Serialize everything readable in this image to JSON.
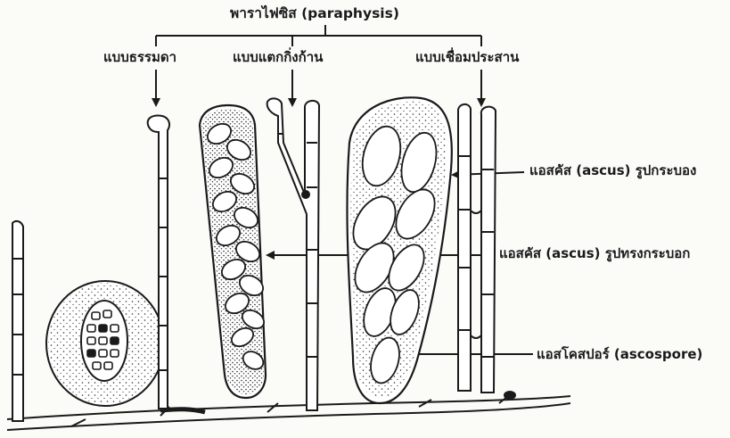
{
  "title": "พาราไฟซิส (paraphysis)",
  "paraphysis_types": [
    "แบบธรรมดา",
    "แบบแตกกิ่งก้าน",
    "แบบเชื่อมประสาน"
  ],
  "callouts": {
    "ascus_cup": "แอสคัส (ascus) รูปกระบอง",
    "ascus_cylinder": "แอสคัส (ascus) รูปทรงกระบอก",
    "ascospore": "แอสโคสปอร์ (ascospore)"
  },
  "colors": {
    "ink": "#1a1a1a",
    "paper": "#fbfbf8"
  }
}
